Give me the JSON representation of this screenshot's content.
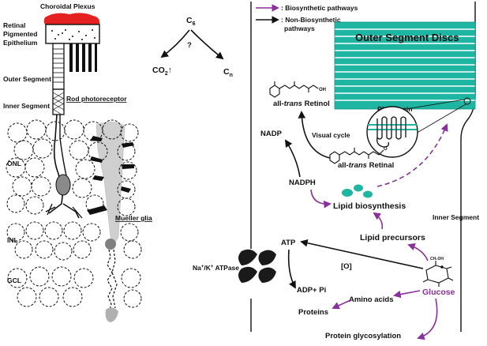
{
  "retina": {
    "choroidal_plexus": "Choroidal Plexus",
    "rpe": [
      "Retinal",
      "Pigmented",
      "Epithelium"
    ],
    "outer_segment": "Outer Segment",
    "inner_segment": "Inner Segment",
    "rod_photoreceptor": "Rod photoreceptor",
    "onl": "ONL",
    "inl": "INL",
    "gcl": "GCL",
    "mueller_glia": "Mueller glia"
  },
  "carbon": {
    "source": "C",
    "source_sub": "6",
    "question": "?",
    "co2_main": "CO",
    "co2_sub": "2",
    "co2_arrow": "↑",
    "cn_main": "C",
    "cn_sub": "n"
  },
  "legend": {
    "biosynthetic": ": Biosynthetic pathways",
    "non_biosynthetic": [
      ": Non-Biosynthetic",
      "pathways"
    ],
    "colors": {
      "biosynthetic": "#8b2f9c",
      "non_biosynthetic": "#111111"
    }
  },
  "cell": {
    "outer_segment_discs": "Outer Segment Discs",
    "rhodopsin": "Rhodopsin",
    "retinol": {
      "prefix": "all-",
      "italic": "trans",
      "suffix": " Retinol"
    },
    "retinal": {
      "prefix": "all-",
      "italic": "trans",
      "suffix": " Retinal"
    },
    "visual_cycle": "Visual cycle",
    "nadp": "NADP",
    "nadph": "NADPH",
    "lipid_biosynthesis": "Lipid biosynthesis",
    "lipid_precursors": "Lipid precursors",
    "inner_segment": "Inner Segment",
    "atp": "ATP",
    "oxidation": "[O]",
    "atpase": {
      "main": "Na",
      "sup1": "+",
      "mid": "/K",
      "sup2": "+",
      "suffix": " ATPase"
    },
    "adp_pi": "ADP+ Pi",
    "glucose": "Glucose",
    "glucose_oh": "CH₂OH",
    "amino_acids": "Amino acids",
    "proteins": "Proteins",
    "protein_glycosylation": "Protein glycosylation",
    "colors": {
      "discs": "#1eb5a3",
      "choroid": "#e52222",
      "glia": "#cfcfcf"
    }
  }
}
